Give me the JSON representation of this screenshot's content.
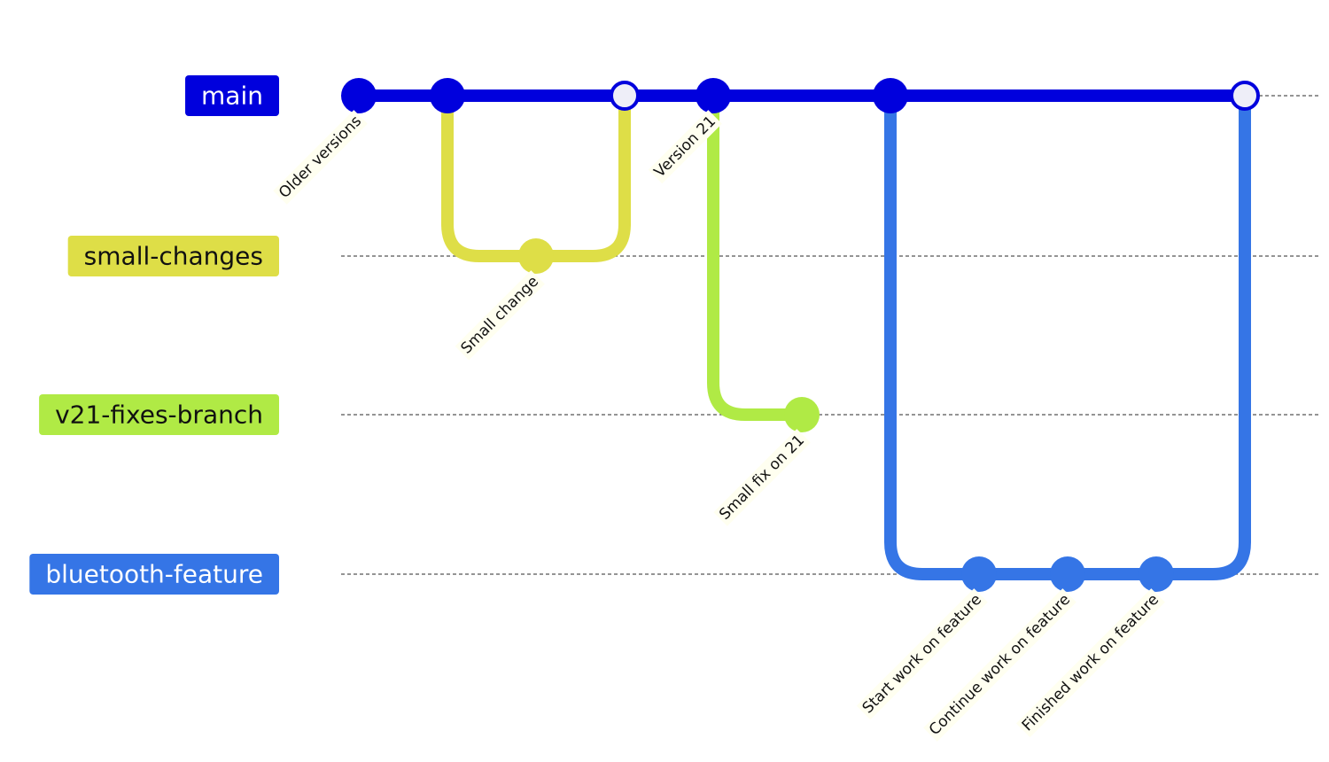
{
  "diagram": {
    "type": "gitgraph",
    "branches": [
      {
        "id": "main",
        "name": "main",
        "color": "#0000dd",
        "text_color": "#ffffff"
      },
      {
        "id": "small",
        "name": "small-changes",
        "color": "#dede47",
        "text_color": "#111111"
      },
      {
        "id": "v21",
        "name": "v21-fixes-branch",
        "color": "#b0ea45",
        "text_color": "#111111"
      },
      {
        "id": "bt",
        "name": "bluetooth-feature",
        "color": "#3575e6",
        "text_color": "#ffffff"
      }
    ],
    "commits": [
      {
        "id": "c1",
        "branch": "main",
        "label": "Older versions",
        "type": "normal"
      },
      {
        "id": "c2",
        "branch": "main",
        "label": "",
        "type": "normal"
      },
      {
        "id": "c3",
        "branch": "small",
        "label": "Small change",
        "type": "normal"
      },
      {
        "id": "c4",
        "branch": "main",
        "label": "",
        "type": "merge"
      },
      {
        "id": "c5",
        "branch": "main",
        "label": "Version 21",
        "type": "normal"
      },
      {
        "id": "c6",
        "branch": "v21",
        "label": "Small fix on 21",
        "type": "normal"
      },
      {
        "id": "c7",
        "branch": "main",
        "label": "",
        "type": "normal"
      },
      {
        "id": "c8",
        "branch": "bt",
        "label": "Start work on feature",
        "type": "normal"
      },
      {
        "id": "c9",
        "branch": "bt",
        "label": "Continue work on feature",
        "type": "normal"
      },
      {
        "id": "c10",
        "branch": "bt",
        "label": "Finished work on feature",
        "type": "normal"
      },
      {
        "id": "c11",
        "branch": "main",
        "label": "",
        "type": "merge"
      }
    ],
    "edges": [
      {
        "from": "c1",
        "to": "c2"
      },
      {
        "from": "c2",
        "to": "c4"
      },
      {
        "from": "c4",
        "to": "c5"
      },
      {
        "from": "c5",
        "to": "c7"
      },
      {
        "from": "c7",
        "to": "c11"
      },
      {
        "from": "c2",
        "to": "c3"
      },
      {
        "from": "c3",
        "to": "c4"
      },
      {
        "from": "c5",
        "to": "c6"
      },
      {
        "from": "c7",
        "to": "c8"
      },
      {
        "from": "c8",
        "to": "c9"
      },
      {
        "from": "c9",
        "to": "c10"
      },
      {
        "from": "c10",
        "to": "c11"
      }
    ]
  }
}
